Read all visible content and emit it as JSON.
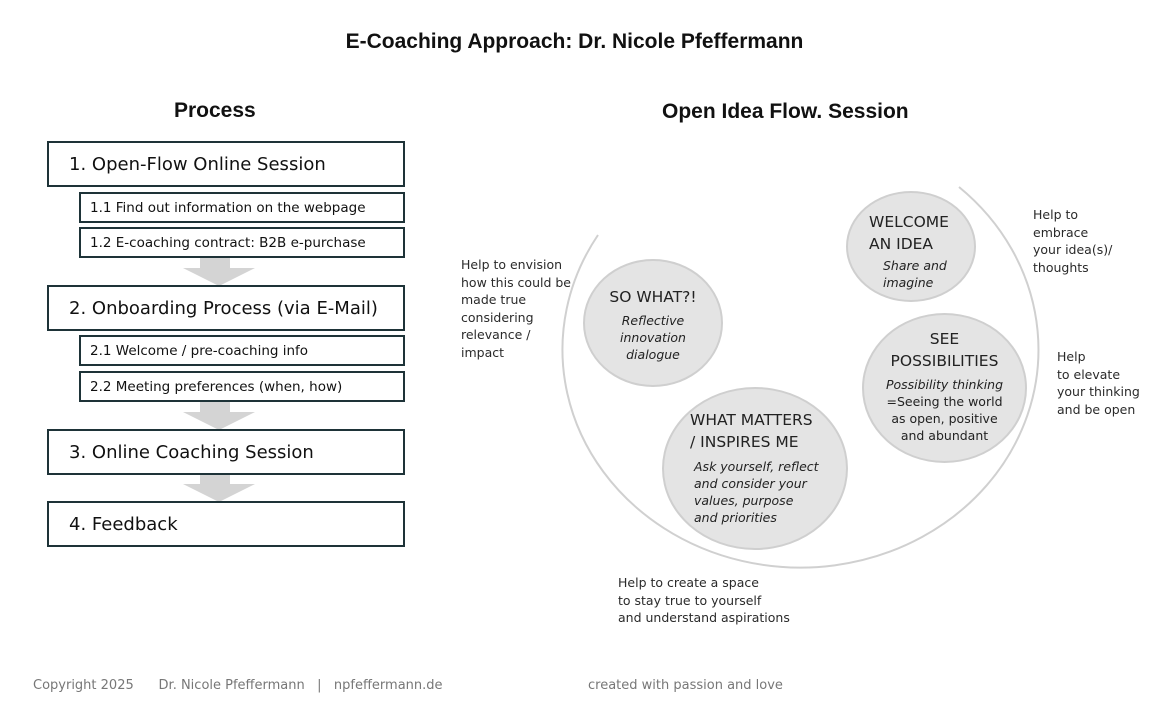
{
  "title": "E-Coaching Approach: Dr. Nicole Pfeffermann",
  "process": {
    "heading": "Process",
    "steps": [
      {
        "label": "1. Open-Flow Online Session"
      },
      {
        "label": "1.1 Find out information on the webpage"
      },
      {
        "label": "1.2 E-coaching contract: B2B e-purchase"
      },
      {
        "label": "2. Onboarding Process (via E-Mail)"
      },
      {
        "label": "2.1 Welcome  / pre-coaching info"
      },
      {
        "label": "2.2 Meeting preferences (when, how)"
      },
      {
        "label": "3. Online Coaching Session"
      },
      {
        "label": "4. Feedback"
      }
    ]
  },
  "session": {
    "heading": "Open Idea Flow. Session",
    "circles": {
      "welcome": {
        "title": [
          "WELCOME",
          "AN IDEA"
        ],
        "desc": [
          "Share and",
          "imagine"
        ]
      },
      "sowhat": {
        "title": [
          "SO WHAT?!"
        ],
        "desc": [
          "Reflective",
          "innovation",
          "dialogue"
        ]
      },
      "see": {
        "title": [
          "SEE",
          "POSSIBILITIES"
        ],
        "desc": [
          "Possibility thinking",
          "=Seeing the world",
          "as open, positive",
          "and abundant"
        ]
      },
      "matters": {
        "title": [
          "WHAT MATTERS",
          "/ INSPIRES ME"
        ],
        "desc": [
          "Ask yourself, reflect",
          "and consider your",
          "values, purpose",
          "and priorities"
        ]
      }
    },
    "notes": {
      "envision": [
        "Help to envision",
        "how this could be",
        "made true",
        "considering",
        "relevance /",
        "impact"
      ],
      "embrace": [
        "Help to",
        "embrace",
        "your idea(s)/",
        "thoughts"
      ],
      "elevate": [
        "Help",
        "to elevate",
        "your thinking",
        "and be open"
      ],
      "space": [
        "Help to create a space",
        "to stay true to yourself",
        "and understand aspirations"
      ]
    }
  },
  "footer": {
    "left": "Copyright 2025      Dr. Nicole Pfeffermann   |   npfeffermann.de",
    "center": "created with passion and love"
  },
  "colors": {
    "box_border": "#1e3338",
    "arrow": "#d4d4d4",
    "circle_fill": "#e4e4e4",
    "outer_ring": "#d0d0d0",
    "footer_text": "#777777"
  }
}
